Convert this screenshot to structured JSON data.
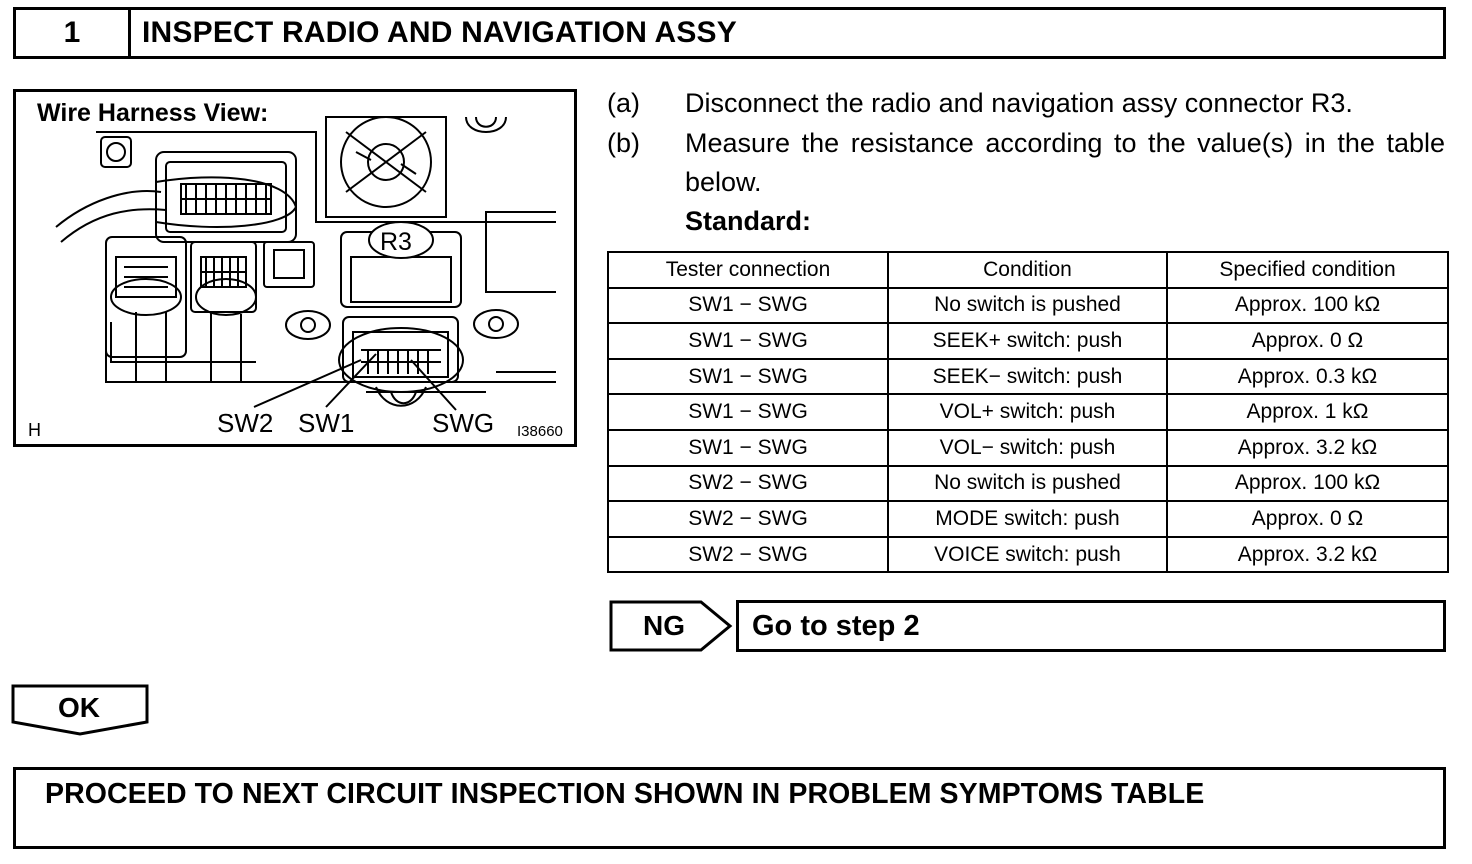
{
  "step": {
    "number": "1",
    "title": "INSPECT RADIO AND NAVIGATION ASSY"
  },
  "figure": {
    "title": "Wire Harness View:",
    "connector_label": "R3",
    "terminal_labels": [
      "SW2",
      "SW1",
      "SWG"
    ],
    "corner_letter": "H",
    "figure_id": "I38660"
  },
  "instructions": [
    {
      "label": "(a)",
      "text": "Disconnect the radio and navigation assy connector R3."
    },
    {
      "label": "(b)",
      "text": "Measure the resistance according to the value(s) in the table below."
    }
  ],
  "standard_label": "Standard:",
  "table": {
    "headers": [
      "Tester connection",
      "Condition",
      "Specified condition"
    ],
    "rows": [
      [
        "SW1 − SWG",
        "No switch is pushed",
        "Approx. 100 kΩ"
      ],
      [
        "SW1 − SWG",
        "SEEK+ switch: push",
        "Approx. 0 Ω"
      ],
      [
        "SW1 − SWG",
        "SEEK− switch: push",
        "Approx. 0.3 kΩ"
      ],
      [
        "SW1 − SWG",
        "VOL+ switch: push",
        "Approx. 1 kΩ"
      ],
      [
        "SW1 − SWG",
        "VOL− switch: push",
        "Approx. 3.2 kΩ"
      ],
      [
        "SW2 − SWG",
        "No switch is pushed",
        "Approx. 100 kΩ"
      ],
      [
        "SW2 − SWG",
        "MODE switch: push",
        "Approx. 0 Ω"
      ],
      [
        "SW2 − SWG",
        "VOICE switch: push",
        "Approx. 3.2 kΩ"
      ]
    ]
  },
  "ng": {
    "label": "NG",
    "text": "Go to step 2"
  },
  "ok": {
    "label": "OK"
  },
  "proceed": {
    "text": "PROCEED TO NEXT CIRCUIT INSPECTION SHOWN IN PROBLEM SYMPTOMS TABLE"
  }
}
